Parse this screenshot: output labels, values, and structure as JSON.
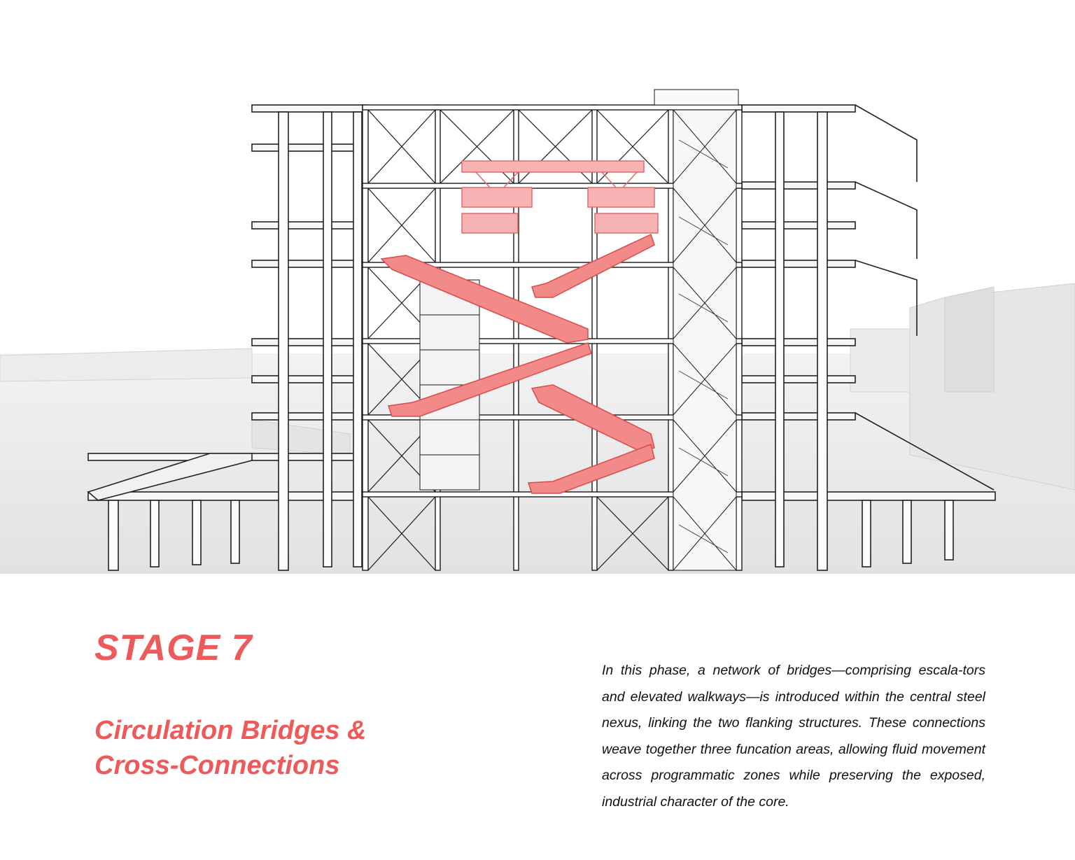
{
  "stage": {
    "title": "STAGE 7",
    "subtitle_line1": "Circulation Bridges &",
    "subtitle_line2": "Cross-Connections"
  },
  "description": "In this phase, a network of bridges—comprising escala-tors and elevated walkways—is introduced within the central steel nexus, linking the two flanking structures. These connections weave together three funcation areas, allowing fluid movement across programmatic zones while preserving the exposed, industrial character of the core.",
  "colors": {
    "accent": "#ee5a5a",
    "escalator": "#f07a7a",
    "line": "#222222",
    "ground": "#e9e9e9",
    "slab": "#f4f4f4",
    "text": "#111111"
  }
}
